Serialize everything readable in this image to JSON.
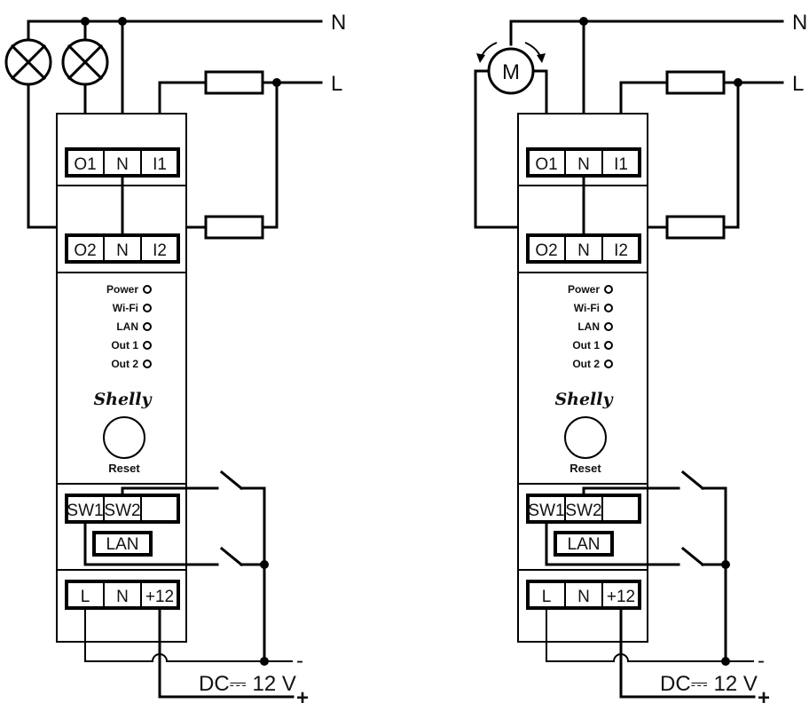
{
  "diagram": {
    "title": "Shelly Pro 2 wiring diagrams",
    "supply": {
      "neutral_label": "N",
      "line_label": "L",
      "dc_label": "DC⎓ 12 V",
      "minus_label": "-",
      "plus_label": "+"
    },
    "device": {
      "top_terminals": [
        "O1",
        "N",
        "I1"
      ],
      "mid_terminals": [
        "O2",
        "N",
        "I2"
      ],
      "leds": [
        "Power",
        "Wi-Fi",
        "LAN",
        "Out 1",
        "Out 2"
      ],
      "logo": "Shelly",
      "reset_label": "Reset",
      "switch_terminals": [
        "SW1",
        "SW2",
        ""
      ],
      "lan_label": "LAN",
      "power_terminals": [
        "L",
        "N",
        "+12"
      ]
    },
    "left": {
      "load_type": "two lamps",
      "load_icon": "lamp-icon"
    },
    "right": {
      "load_type": "motor",
      "motor_label": "M",
      "load_icon": "motor-icon"
    }
  }
}
